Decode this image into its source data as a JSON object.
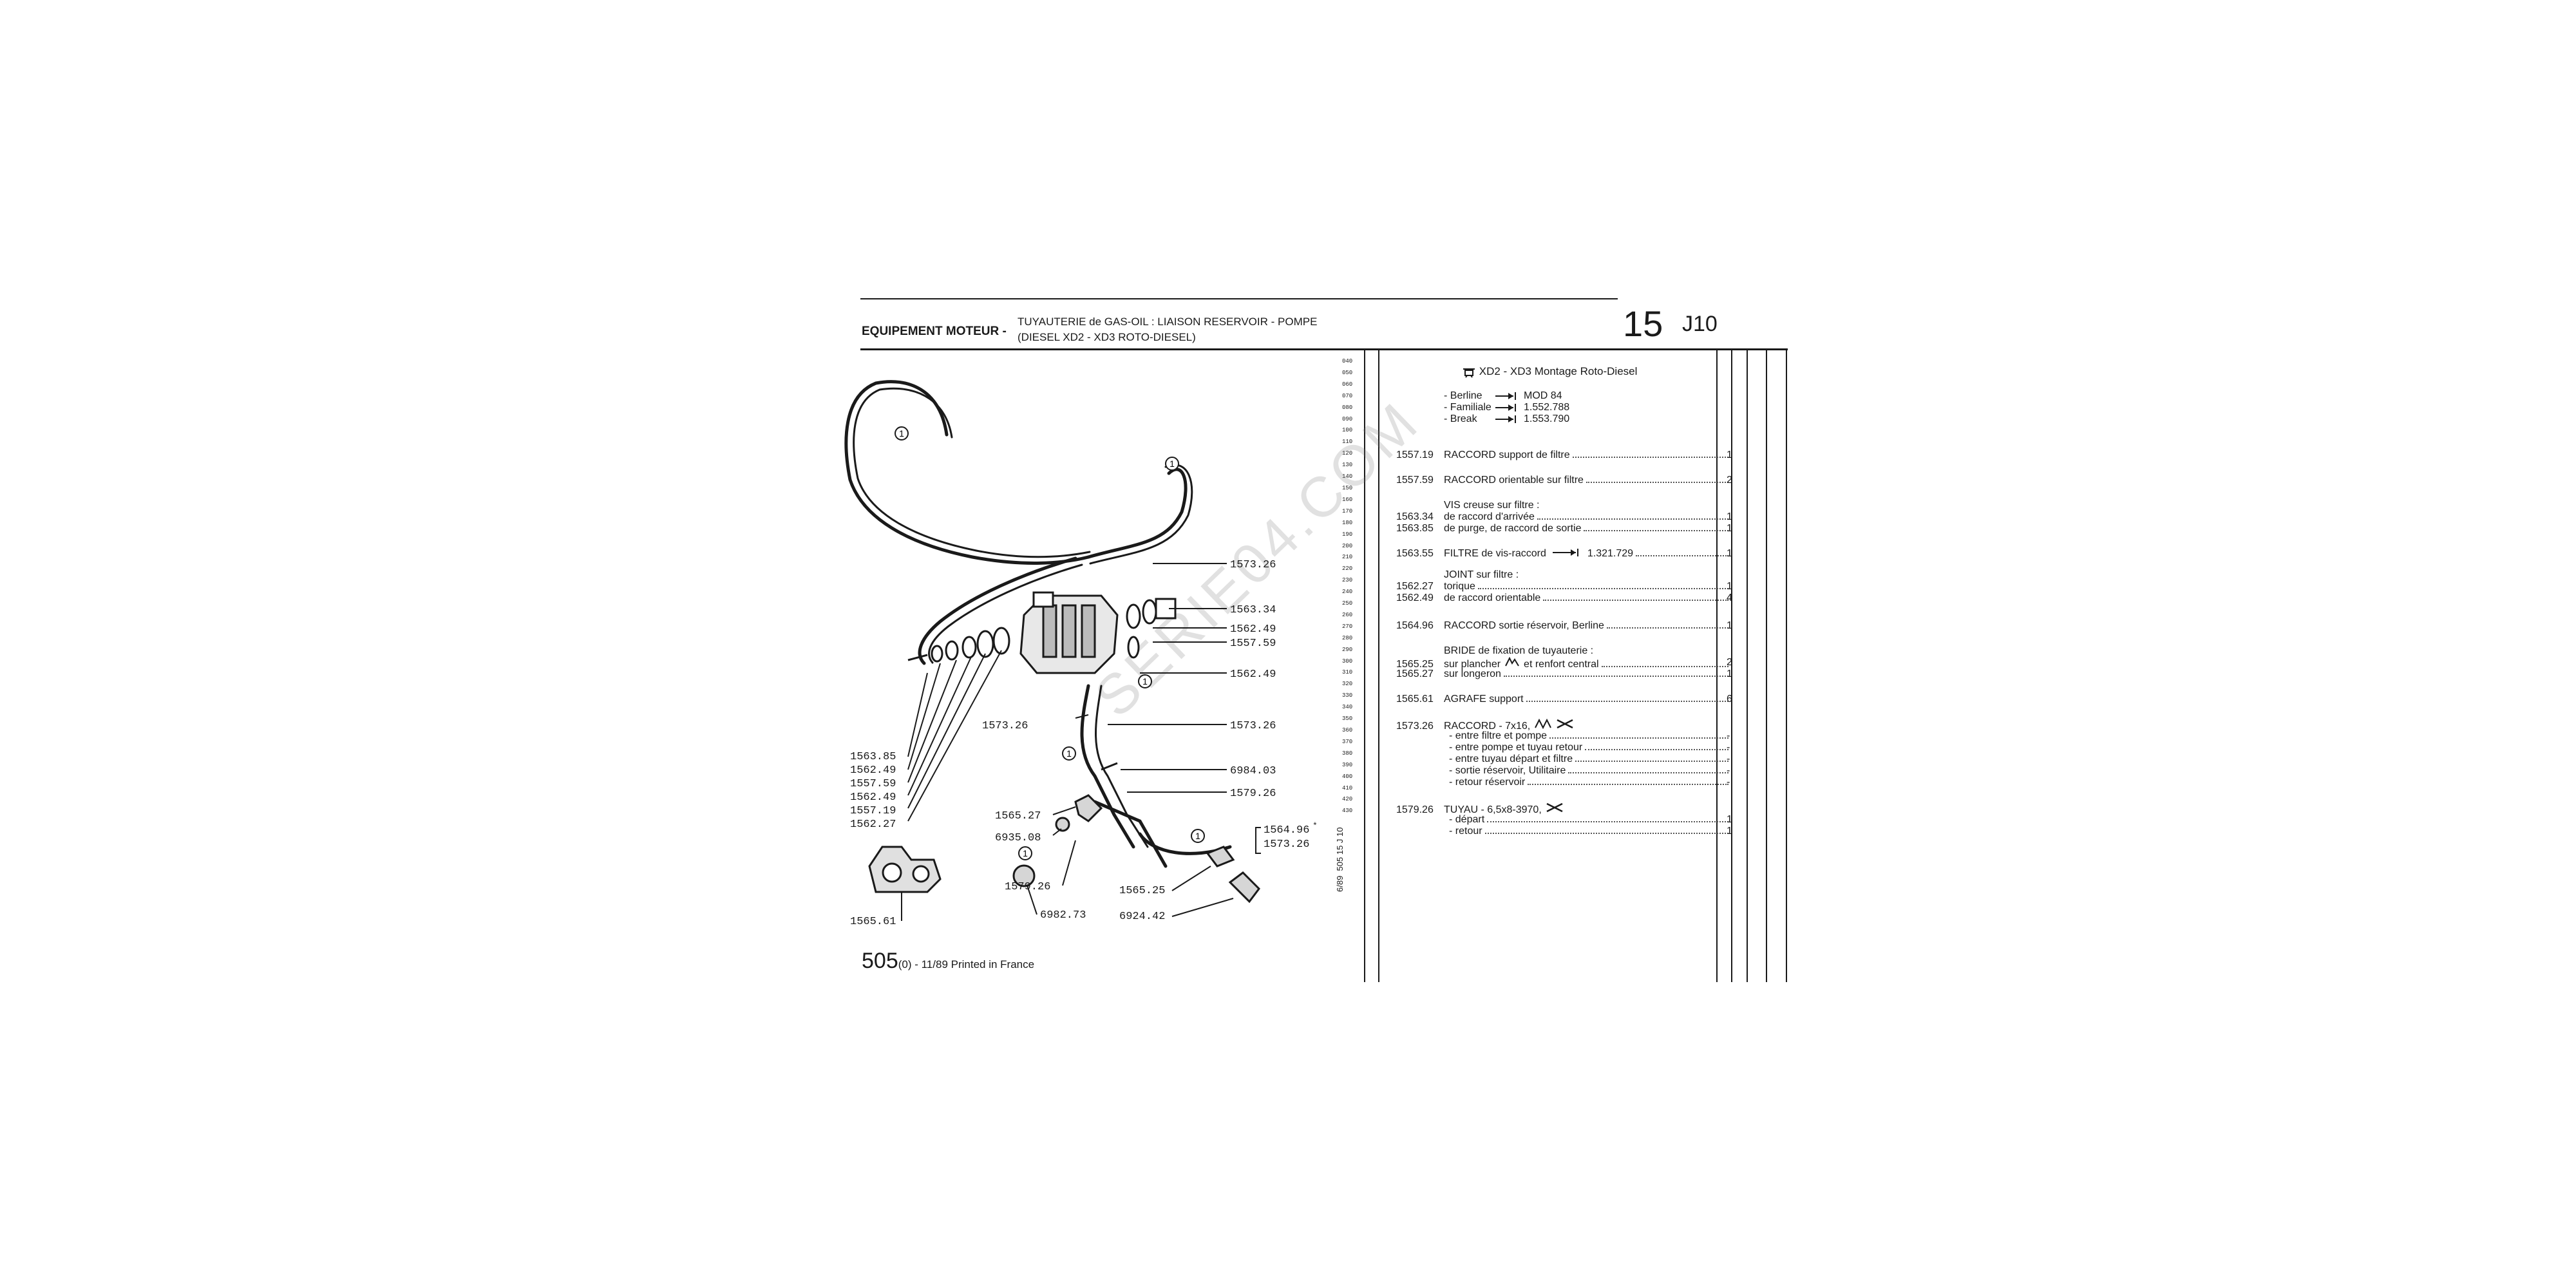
{
  "header": {
    "section": "EQUIPEMENT MOTEUR -",
    "title_line1": "TUYAUTERIE de GAS-OIL : LIAISON RESERVOIR - POMPE",
    "title_line2": "(DIESEL XD2 - XD3 ROTO-DIESEL)",
    "page_number": "15",
    "page_code": "J10"
  },
  "footer": {
    "ref": "505",
    "rest": "(0) - 11/89 Printed in France"
  },
  "side_code": "505 15 J 10",
  "side_code2": "6/89",
  "scale": [
    "040",
    "050",
    "060",
    "070",
    "080",
    "090",
    "100",
    "110",
    "120",
    "130",
    "140",
    "150",
    "160",
    "170",
    "180",
    "190",
    "200",
    "210",
    "220",
    "230",
    "240",
    "250",
    "260",
    "270",
    "280",
    "290",
    "300",
    "310",
    "320",
    "330",
    "340",
    "350",
    "360",
    "370",
    "380",
    "390",
    "400",
    "410",
    "420",
    "430"
  ],
  "watermark": "SERIE04.COM",
  "models": {
    "heading": "XD2 - XD3 Montage Roto-Diesel",
    "rows": [
      {
        "name": "- Berline",
        "value": "MOD 84"
      },
      {
        "name": "- Familiale",
        "value": "1.552.788"
      },
      {
        "name": "- Break",
        "value": "1.553.790"
      }
    ]
  },
  "parts": [
    {
      "ref": "1557.19",
      "desc": "RACCORD support de filtre",
      "qty": "1"
    },
    {
      "ref": "1557.59",
      "desc": "RACCORD orientable sur filtre",
      "qty": "2"
    },
    {
      "ref": "1563.34",
      "desc": "de raccord d'arrivée",
      "qty": "1"
    },
    {
      "ref": "1563.85",
      "desc": "de purge, de raccord de sortie",
      "qty": "1"
    },
    {
      "ref": "1563.55",
      "desc": "FILTRE de vis-raccord",
      "suffix": "1.321.729",
      "qty": "1"
    },
    {
      "ref": "1562.27",
      "desc": "torique",
      "qty": "1"
    },
    {
      "ref": "1562.49",
      "desc": "de raccord orientable",
      "qty": "4"
    },
    {
      "ref": "1564.96",
      "desc": "RACCORD sortie réservoir, Berline",
      "qty": "1"
    },
    {
      "ref": "1565.25",
      "desc": "sur plancher",
      "desc2": "et renfort central",
      "qty": "2"
    },
    {
      "ref": "1565.27",
      "desc": "sur longeron",
      "qty": "1"
    },
    {
      "ref": "1565.61",
      "desc": "AGRAFE support",
      "qty": "6"
    },
    {
      "ref": "1573.26",
      "desc": "RACCORD - 7x16,",
      "qty": ""
    },
    {
      "ref": "1579.26",
      "desc": "TUYAU - 6,5x8-3970,",
      "qty": ""
    }
  ],
  "groups": {
    "vis": "VIS creuse sur filtre :",
    "joint": "JOINT sur filtre :",
    "bride": "BRIDE de fixation de tuyauterie :"
  },
  "raccord_subs": [
    {
      "desc": "- entre filtre et pompe",
      "qty": "-"
    },
    {
      "desc": "- entre pompe et tuyau retour",
      "qty": "-"
    },
    {
      "desc": "- entre tuyau départ et filtre",
      "qty": "-"
    },
    {
      "desc": "- sortie réservoir, Utilitaire",
      "qty": "-"
    },
    {
      "desc": "- retour réservoir",
      "qty": "-"
    }
  ],
  "tuyau_subs": [
    {
      "desc": "- départ",
      "qty": "1"
    },
    {
      "desc": "- retour",
      "qty": "1"
    }
  ],
  "callouts": {
    "c1573_26a": "1573.26",
    "c1563_34": "1563.34",
    "c1562_49a": "1562.49",
    "c1557_59": "1557.59",
    "c1562_49b": "1562.49",
    "c1573_26b": "1573.26",
    "c1573_26c": "1573.26",
    "c6984_03": "6984.03",
    "c1579_26a": "1579.26",
    "c1563_85": "1563.85",
    "c1562_49c": "1562.49",
    "c1557_59b": "1557.59",
    "c1562_49d": "1562.49",
    "c1557_19": "1557.19",
    "c1562_27": "1562.27",
    "c1565_27": "1565.27",
    "c6935_08": "6935.08",
    "c1564_96": "1564.96",
    "c1573_26d": "1573.26",
    "c1579_26b": "1579.26",
    "c1565_25": "1565.25",
    "c6982_73": "6982.73",
    "c6924_42": "6924.42",
    "c1565_61": "1565.61",
    "one": "1",
    "star": "*"
  }
}
